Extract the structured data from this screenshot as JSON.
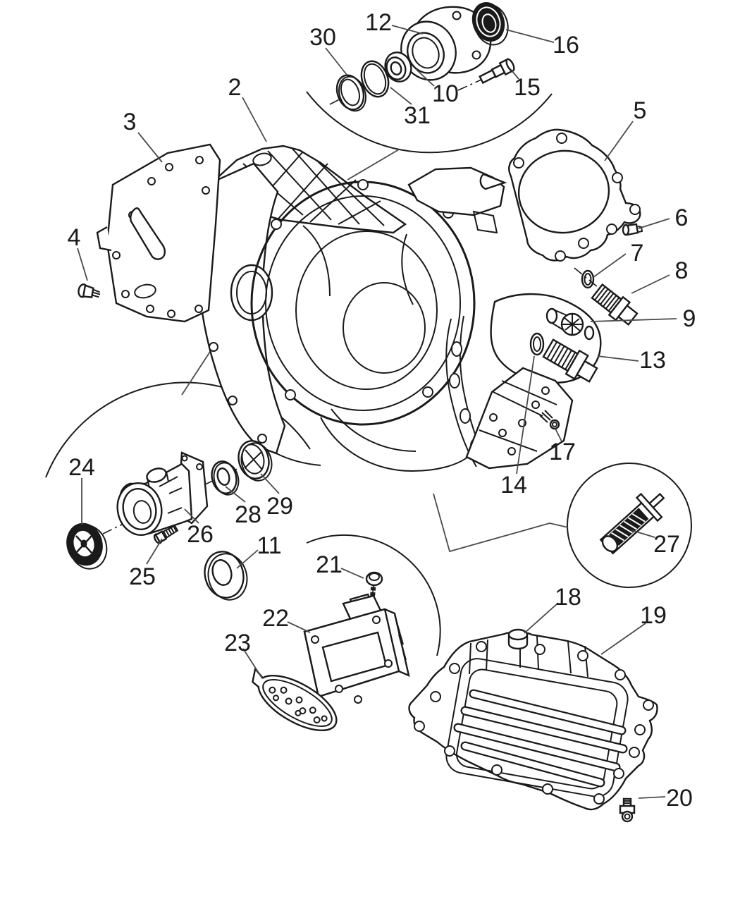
{
  "diagram": {
    "kind": "exploded-parts-line-diagram",
    "background_color": "#ffffff",
    "line_color": "#1a1a1a",
    "leader_color": "#4a4a4a"
  },
  "callouts": [
    {
      "label": "2"
    },
    {
      "label": "3"
    },
    {
      "label": "4"
    },
    {
      "label": "5"
    },
    {
      "label": "6"
    },
    {
      "label": "7"
    },
    {
      "label": "8"
    },
    {
      "label": "9"
    },
    {
      "label": "10"
    },
    {
      "label": "11"
    },
    {
      "label": "12"
    },
    {
      "label": "13"
    },
    {
      "label": "14"
    },
    {
      "label": "15"
    },
    {
      "label": "16"
    },
    {
      "label": "17"
    },
    {
      "label": "18"
    },
    {
      "label": "19"
    },
    {
      "label": "20"
    },
    {
      "label": "21"
    },
    {
      "label": "22"
    },
    {
      "label": "23"
    },
    {
      "label": "24"
    },
    {
      "label": "25"
    },
    {
      "label": "26"
    },
    {
      "label": "27"
    },
    {
      "label": "28"
    },
    {
      "label": "29"
    },
    {
      "label": "30"
    },
    {
      "label": "31"
    }
  ]
}
